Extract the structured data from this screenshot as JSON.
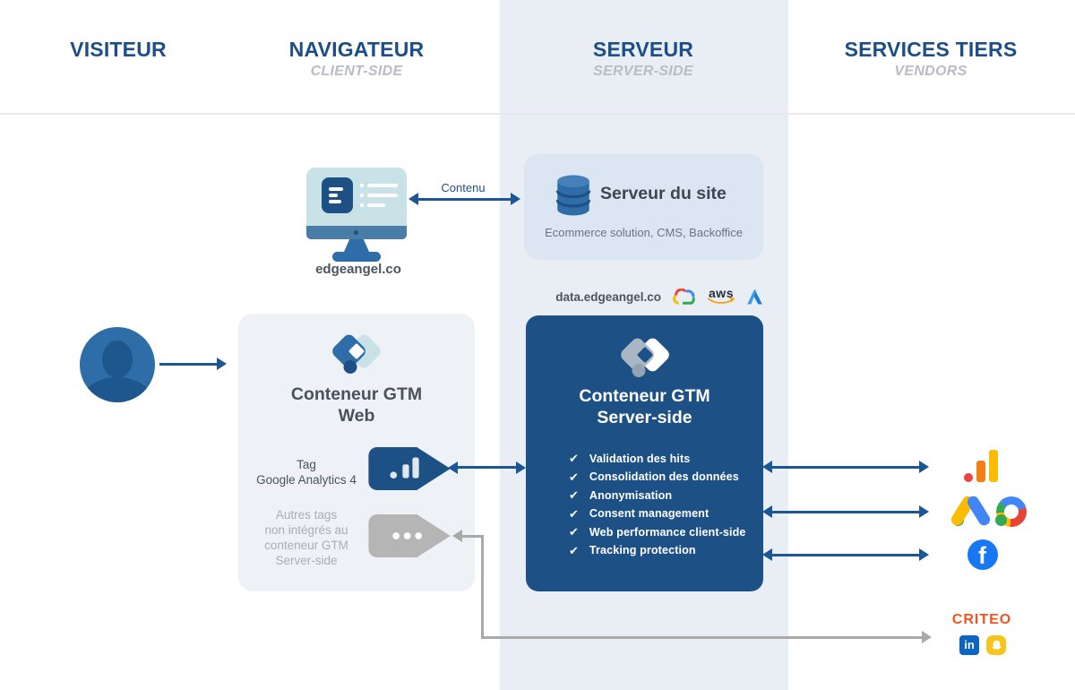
{
  "columns": [
    {
      "title": "VISITEUR",
      "subtitle": ""
    },
    {
      "title": "NAVIGATEUR",
      "subtitle": "CLIENT-SIDE"
    },
    {
      "title": "SERVEUR",
      "subtitle": "SERVER-SIDE"
    },
    {
      "title": "SERVICES TIERS",
      "subtitle": "VENDORS"
    }
  ],
  "browser": {
    "website_label": "edgeangel.co",
    "content_arrow_label": "Contenu"
  },
  "site_server": {
    "title": "Serveur du site",
    "subtitle": "Ecommerce solution, CMS, Backoffice"
  },
  "server_container": {
    "domain": "data.edgeangel.co",
    "cloud_providers": [
      "Google Cloud",
      "AWS",
      "Azure"
    ],
    "aws_label": "aws",
    "title_line1": "Conteneur GTM",
    "title_line2": "Server-side",
    "features": [
      "Validation des hits",
      "Consolidation des données",
      "Anonymisation",
      "Consent management",
      "Web performance client-side",
      "Tracking protection"
    ]
  },
  "web_container": {
    "title_line1": "Conteneur GTM",
    "title_line2": "Web",
    "ga4_tag_label_line1": "Tag",
    "ga4_tag_label_line2": "Google Analytics 4",
    "other_tags_label": [
      "Autres tags",
      "non intégrés au",
      "conteneur GTM",
      "Server-side"
    ]
  },
  "vendors": {
    "criteo_label": "CRITEO",
    "linkedin_label": "in",
    "facebook_label": "f"
  },
  "icons": {
    "check": "✔"
  },
  "colors": {
    "header_blue": "#1d4e87",
    "arrow_blue": "#1d5694",
    "dark_container_blue": "#1d5186",
    "medium_blue": "#2e6da7",
    "pale_teal": "#c9e2e8",
    "server_band": "#e9eef5",
    "criteo_orange": "#f4531f",
    "facebook_blue": "#1877F2",
    "linkedin_blue": "#0A66C2",
    "snapchat_yellow": "#f6c51e",
    "aws_orange": "#FF9900",
    "google_blue": "#4285F4",
    "google_red": "#EA4335",
    "google_yellow": "#FBBC04",
    "google_green": "#34A853"
  }
}
